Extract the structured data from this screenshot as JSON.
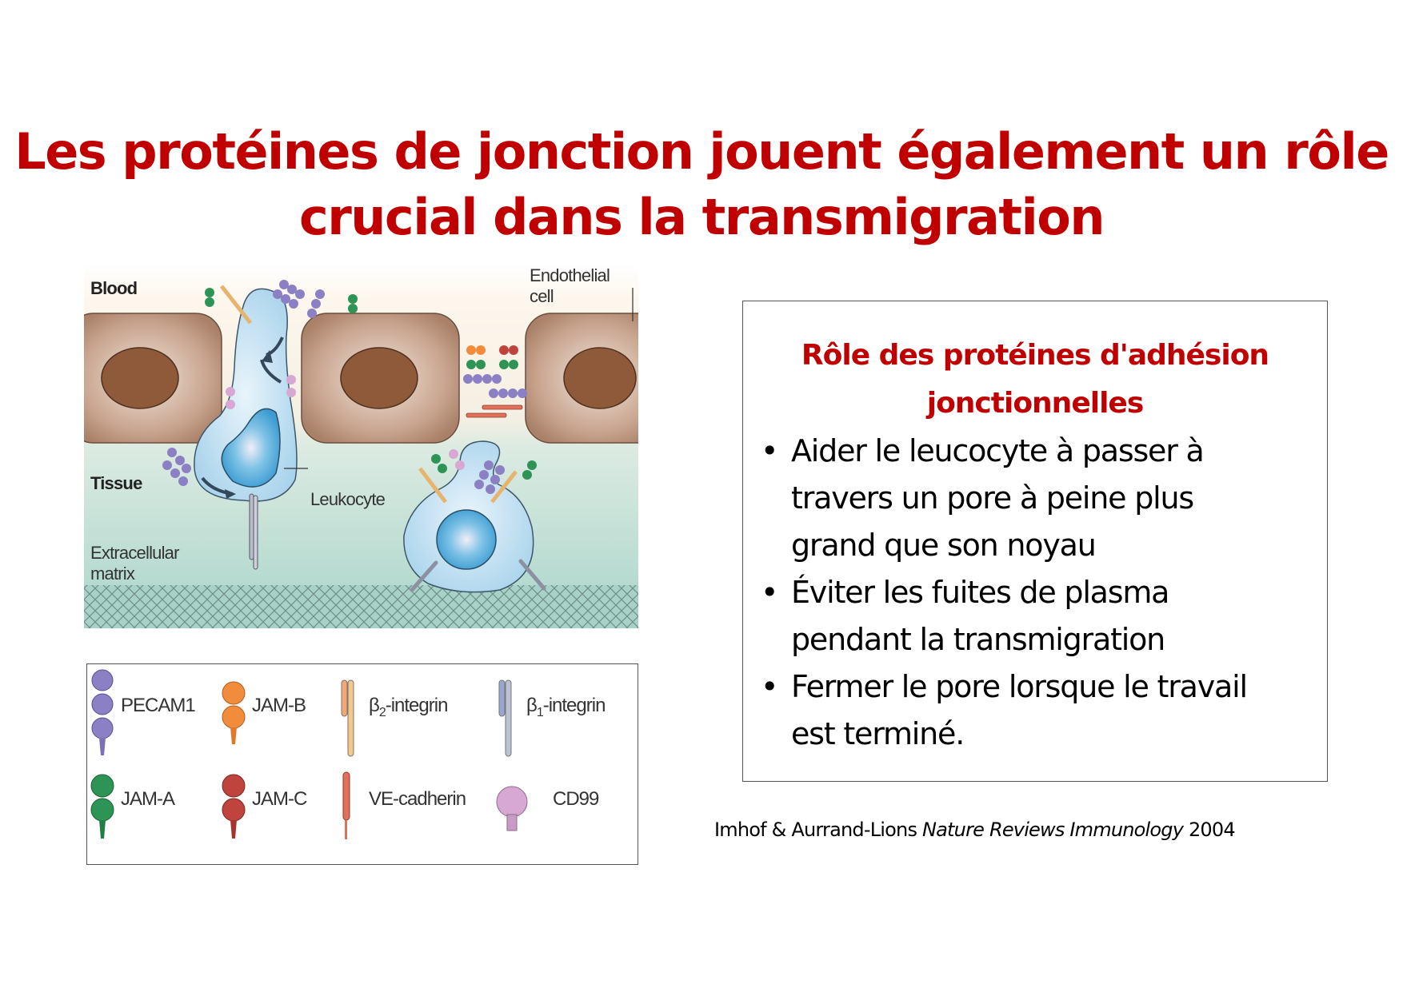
{
  "slide": {
    "title_line1": "Les protéines de jonction jouent également un rôle",
    "title_line2": "crucial dans la transmigration",
    "accent_color": "#C00000"
  },
  "diagram": {
    "labels": {
      "blood": "Blood",
      "tissue": "Tissue",
      "endothelial_line1": "Endothelial",
      "endothelial_line2": "cell",
      "leukocyte": "Leukocyte",
      "ecm_line1": "Extracellular",
      "ecm_line2": "matrix"
    },
    "colors": {
      "blood_bg": "#FDF6EC",
      "tissue_bg": "#C9E4DA",
      "endothelial": "#B08A72",
      "nucleus": "#8B5A3C",
      "leukocyte": "#B9DCEF",
      "leukocyte_nucleus": "#4FA8D8"
    }
  },
  "legend": {
    "items": [
      {
        "label": "PECAM1",
        "color": "#8B80C4"
      },
      {
        "label": "JAM-B",
        "color": "#F08C3C"
      },
      {
        "label_prefix": "β",
        "label_sub": "2",
        "label_suffix": "-integrin",
        "color": "#F6C78A"
      },
      {
        "label_prefix": "β",
        "label_sub": "1",
        "label_suffix": "-integrin",
        "color": "#A9B5CC"
      },
      {
        "label": "JAM-A",
        "color": "#2E9455"
      },
      {
        "label": "JAM-C",
        "color": "#C0443E"
      },
      {
        "label": "VE-cadherin",
        "color": "#E2715A"
      },
      {
        "label": "CD99",
        "color": "#D7A8D4"
      }
    ]
  },
  "box": {
    "title_line1": "Rôle des protéines d'adhésion",
    "title_line2": "jonctionnelles",
    "bullet_char": "•",
    "bullets": [
      {
        "lines": [
          "Aider le leucocyte à passer à",
          "travers un pore à peine plus",
          "grand que son noyau"
        ]
      },
      {
        "lines": [
          "Éviter les fuites de plasma",
          "pendant la transmigration"
        ]
      },
      {
        "lines": [
          "Fermer le pore lorsque le travail",
          "est terminé."
        ]
      }
    ]
  },
  "citation": {
    "authors": "Imhof & Aurrand-Lions ",
    "journal": "Nature Reviews Immunology",
    "year": " 2004"
  }
}
